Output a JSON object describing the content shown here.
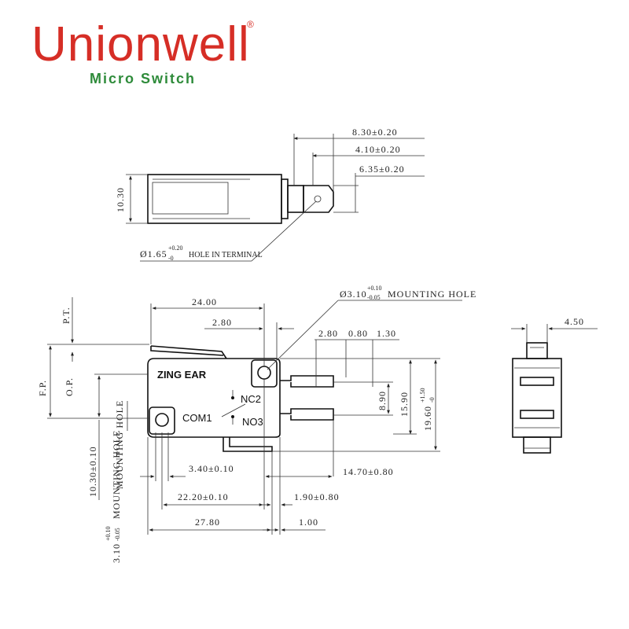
{
  "brand": {
    "name": "Unionwell",
    "registered": "®",
    "subtitle": "Micro Switch",
    "name_color": "#d62e26",
    "subtitle_color": "#2e8b3a"
  },
  "top_view": {
    "height": "10.30",
    "dim_a": "8.30±0.20",
    "dim_b": "4.10±0.20",
    "dim_c": "6.35±0.20",
    "hole_prefix": "Ø1.65",
    "hole_tol_upper": "+0.20",
    "hole_tol_lower": "-0",
    "hole_note": "HOLE IN TERMINAL"
  },
  "front_view": {
    "width_top": "24.00",
    "dim_280": "2.80",
    "mount_prefix": "Ø3.10",
    "mount_tol_upper": "+0.10",
    "mount_tol_lower": "-0.05",
    "mount_note": "MOUNTING HOLE",
    "t1": "2.80",
    "t2": "0.80",
    "t3": "1.30",
    "pt": "P.T.",
    "fp": "F.P.",
    "op": "O.P.",
    "label_brand": "ZING EAR",
    "label_nc": "NC2",
    "label_com": "COM1",
    "label_no": "NO3",
    "h890": "8.90",
    "h1590": "15.90",
    "h1960": "19.60",
    "h1960_tol_upper": "+1.50",
    "h1960_tol_lower": "-0",
    "d340": "3.40±0.10",
    "d1470": "14.70±0.80",
    "d2220": "22.20±0.10",
    "d190": "1.90±0.80",
    "d2780": "27.80",
    "d100": "1.00",
    "v1030": "10.30±0.10",
    "v1030_note": "MOUNTING HOLE",
    "v310": "3.10",
    "v310_tol_upper": "+0.10",
    "v310_tol_lower": "-0.05",
    "v310_note": "MOUNTING HOLE"
  },
  "side_view": {
    "width": "4.50"
  }
}
